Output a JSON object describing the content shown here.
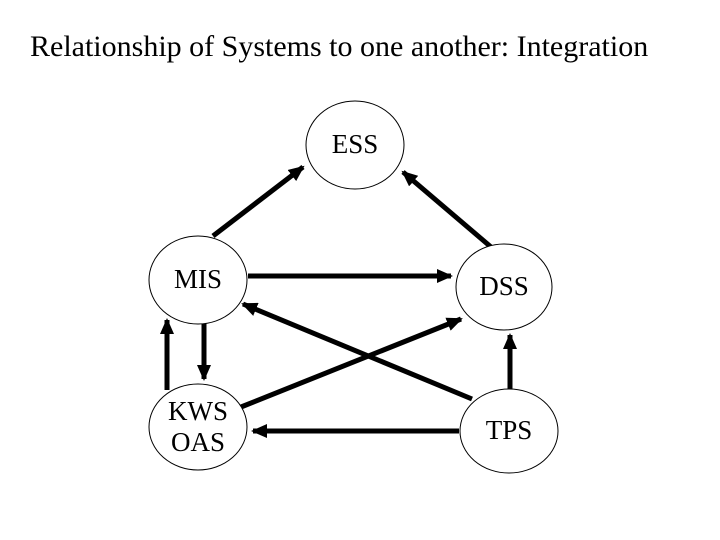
{
  "title": "Relationship of Systems to one another: Integration",
  "colors": {
    "foreground": "#000000",
    "background": "#ffffff"
  },
  "diagram": {
    "nodes": {
      "ess": {
        "label": "ESS"
      },
      "mis": {
        "label": "MIS"
      },
      "dss": {
        "label": "DSS"
      },
      "kws_oas": {
        "line1": "KWS",
        "line2": "OAS"
      },
      "tps": {
        "label": "TPS"
      }
    },
    "edges": [
      {
        "from": "MIS",
        "to": "ESS"
      },
      {
        "from": "DSS",
        "to": "ESS"
      },
      {
        "from": "MIS",
        "to": "DSS"
      },
      {
        "from": "KWS/OAS",
        "to": "MIS"
      },
      {
        "from": "MIS",
        "to": "KWS/OAS"
      },
      {
        "from": "TPS",
        "to": "MIS"
      },
      {
        "from": "KWS/OAS",
        "to": "DSS"
      },
      {
        "from": "TPS",
        "to": "DSS"
      },
      {
        "from": "TPS",
        "to": "KWS/OAS"
      }
    ]
  }
}
